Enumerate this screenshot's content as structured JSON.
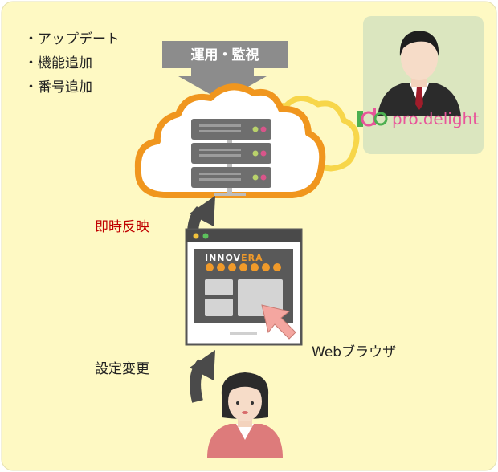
{
  "features": [
    "・アップデート",
    "・機能追加",
    "・番号追加"
  ],
  "operations_label": "運用・監視",
  "reflect_label": "即時反映",
  "settings_label": "設定変更",
  "browser_label": "Webブラウザ",
  "brand": {
    "mark": "pd",
    "name": "pro.delight"
  },
  "app_logo": {
    "prefix": "INNOV",
    "suffix": "ERA"
  },
  "colors": {
    "background": "#fef9c3",
    "cloud_outline": "#f0961e",
    "cloud_back_outline": "#f7d64a",
    "arrow": "#666666",
    "label_box": "#8c8c8c",
    "server": "#6e6e6e",
    "brand_pink": "#e8559a",
    "brand_green": "#4caf50",
    "reflect_text": "#c00000",
    "browser_dot_yellow": "#f2c23c",
    "browser_dot_green": "#5cc15c",
    "logo_accent": "#f09a2a",
    "presenter_panel": "#dbe6bf"
  }
}
